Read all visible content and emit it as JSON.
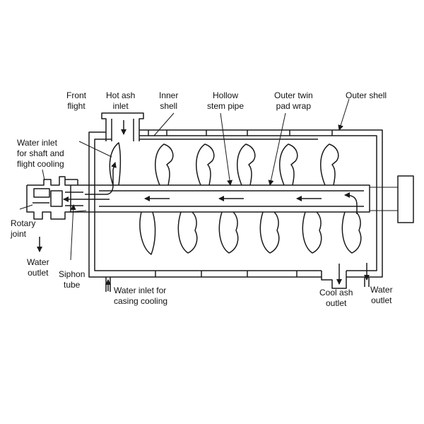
{
  "labels": {
    "front_flight": "Front\nflight",
    "hot_ash_inlet": "Hot ash\ninlet",
    "inner_shell": "Inner\nshell",
    "hollow_stem_pipe": "Hollow\nstem pipe",
    "outer_twin_pad_wrap": "Outer twin\npad wrap",
    "outer_shell": "Outer shell",
    "water_inlet_shaft": "Water inlet\nfor shaft and\nflight cooling",
    "rotary_joint": "Rotary\njoint",
    "water_outlet_left": "Water\noutlet",
    "siphon_tube": "Siphon\ntube",
    "water_inlet_casing": "Water inlet for\ncasing cooling",
    "cool_ash_outlet": "Cool ash\noutlet",
    "water_outlet_right": "Water\noutlet"
  },
  "colors": {
    "line": "#1a1a1a",
    "background": "#ffffff"
  }
}
